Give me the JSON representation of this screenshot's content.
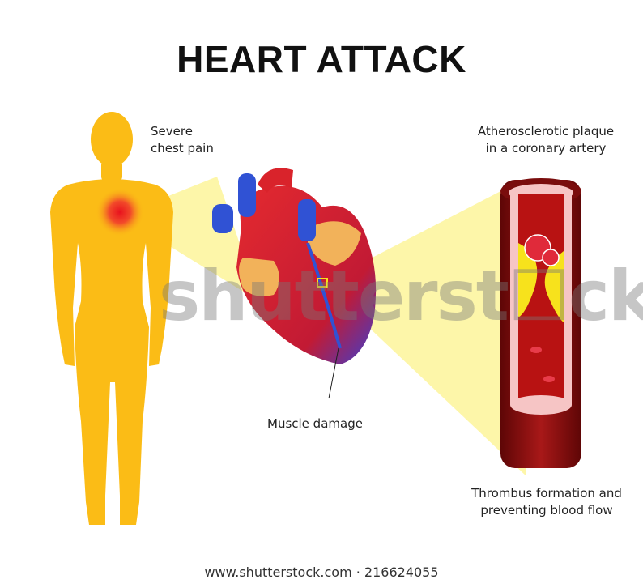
{
  "title": "HEART ATTACK",
  "labels": {
    "chest_pain": [
      "Severe",
      "chest pain"
    ],
    "plaque": [
      "Atherosclerotic plaque",
      "in a  coronary artery"
    ],
    "muscle_damage": "Muscle damage",
    "thrombus": [
      "Thrombus formation and",
      "preventing blood flow"
    ]
  },
  "watermark": "shutterst☐ck",
  "footer": "www.shutterstock.com · 216624055",
  "colors": {
    "body": "#fbbc16",
    "beam": "#fdf59a",
    "heart_red": "#d9232b",
    "vein_blue": "#2f4fd6",
    "artery_wall": "#8b0f0f",
    "plaque": "#f7e21c",
    "pain": "#e8121e"
  }
}
